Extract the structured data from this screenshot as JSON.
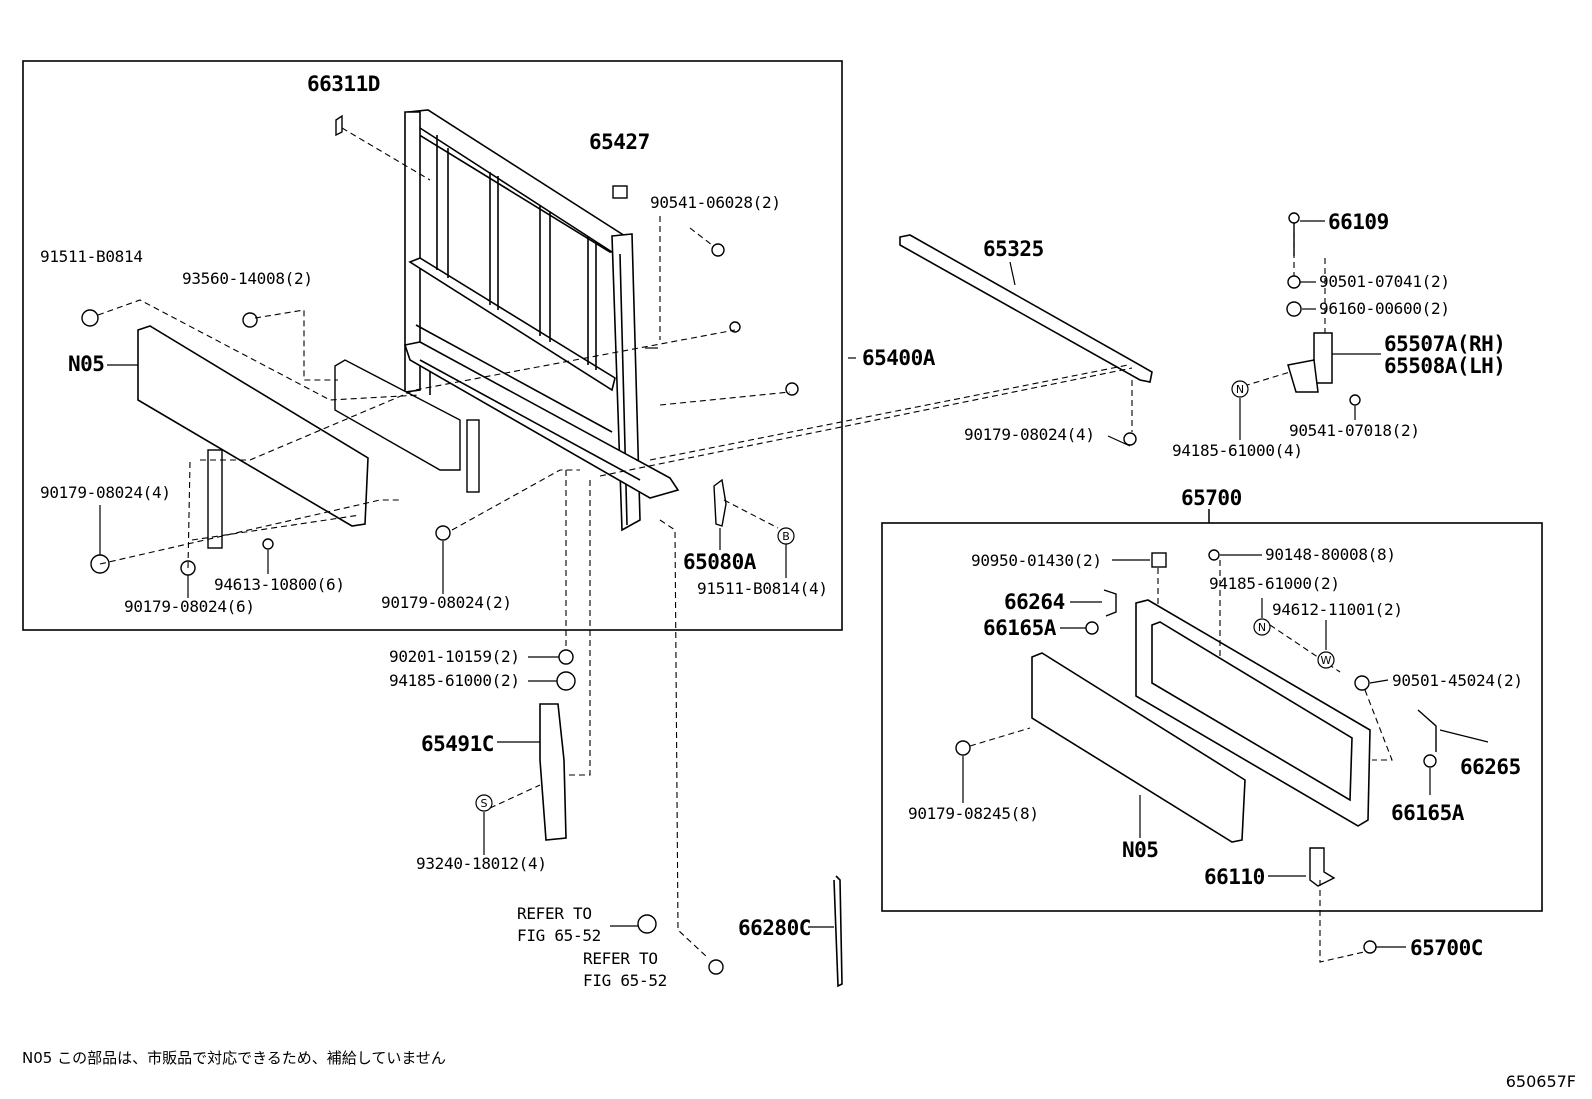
{
  "labels": {
    "p66311D": "66311D",
    "p65427": "65427",
    "p90541_06028": "90541-06028(2)",
    "p91511_B0814a": "91511-B0814",
    "p93560": "93560-14008(2)",
    "pN05a": "N05",
    "p65400A": "65400A",
    "p65325": "65325",
    "p66109": "66109",
    "p90501_07041": "90501-07041(2)",
    "p96160": "96160-00600(2)",
    "p65507A": "65507A(RH)",
    "p65508A": "65508A(LH)",
    "p94185_4": "94185-61000(4)",
    "p90541_07018": "90541-07018(2)",
    "p90179_4b": "90179-08024(4)",
    "p90179_4a": "90179-08024(4)",
    "p94613": "94613-10800(6)",
    "p90179_6": "90179-08024(6)",
    "p90179_2": "90179-08024(2)",
    "p65080A": "65080A",
    "p91511_4": "91511-B0814(4)",
    "p65700": "65700",
    "p90950": "90950-01430(2)",
    "p90148": "90148-80008(8)",
    "p94185_2b": "94185-61000(2)",
    "p94612": "94612-11001(2)",
    "p66264": "66264",
    "p66165Aa": "66165A",
    "p90501_45024": "90501-45024(2)",
    "p66265": "66265",
    "p66165Ab": "66165A",
    "p90179_08245": "90179-08245(8)",
    "pN05b": "N05",
    "p66110": "66110",
    "p65700C": "65700C",
    "p90201": "90201-10159(2)",
    "p94185_2a": "94185-61000(2)",
    "p65491C": "65491C",
    "p93240": "93240-18012(4)",
    "refer1a": "REFER TO",
    "refer1b": "FIG 65-52",
    "refer2a": "REFER TO",
    "refer2b": "FIG 65-52",
    "p66280C": "66280C"
  },
  "markers": {
    "B": "B",
    "N1": "N",
    "N2": "N",
    "W": "W",
    "S": "S"
  },
  "footer": {
    "note": "N05 この部品は、市販品で対応できるため、補給していません",
    "code": "650657F"
  }
}
